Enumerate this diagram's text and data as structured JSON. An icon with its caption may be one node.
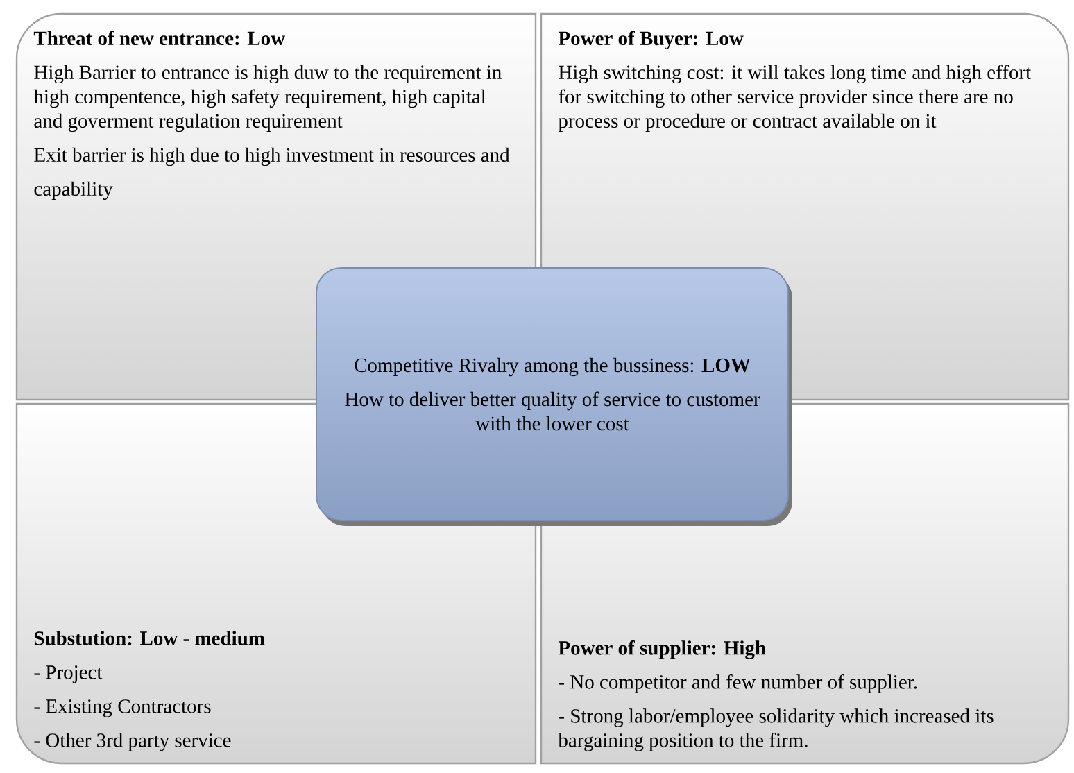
{
  "diagram": {
    "nodes": [
      {
        "text": [
          "Threat of new entrance:  Low",
          "High Barrier to entrance is high duw to the requirement in high compentence, high safety requirement, high capital and goverment regulation requirement",
          "Exit barrier is high due to high investment in resources and",
          "capability"
        ]
      },
      {
        "text": [
          "Power of Buyer: Low",
          "High switching cost: it will takes long time and  high effort for switching to other service provider since there are no process or procedure or contract available on it"
        ]
      },
      {
        "text": [
          "Competitive Rivalry among the bussiness: **LOW**",
          "How to deliver better quality of service to customer with the lower cost"
        ]
      },
      {
        "text": [
          "Substution: Low - medium",
          "- Project",
          "- Existing Contractors",
          "- Other 3rd party service"
        ]
      },
      {
        "text": [
          "Power of supplier: High",
          "- No competitor and few number of supplier.",
          "- Strong labor/employee solidarity which increased its bargaining position to the firm."
        ]
      }
    ]
  }
}
